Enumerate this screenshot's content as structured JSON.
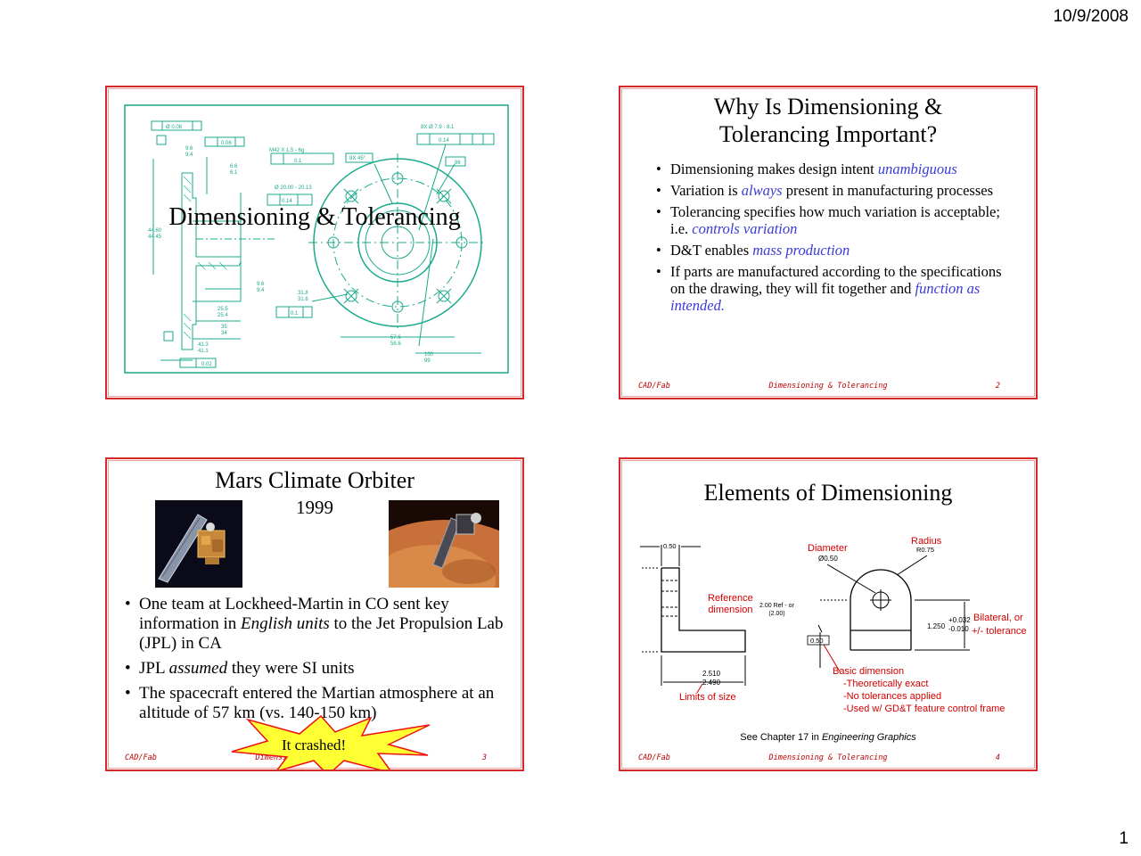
{
  "page": {
    "date": "10/9/2008",
    "number": "1"
  },
  "footer": {
    "left": "CAD/Fab",
    "center": "Dimensioning & Tolerancing"
  },
  "slide1": {
    "title": "Dimensioning & Tolerancing"
  },
  "slide2": {
    "title_line1": "Why Is Dimensioning &",
    "title_line2": "Tolerancing Important?",
    "b1_text": "Dimensioning makes design intent ",
    "b1_hl": "unambiguous",
    "b2_text1": "Variation is ",
    "b2_hl": "always",
    "b2_text2": " present in manufacturing processes",
    "b3_text": "Tolerancing specifies how much variation is acceptable; i.e. ",
    "b3_hl": "controls variation",
    "b4_text": "D&T enables ",
    "b4_hl": "mass production",
    "b5_text": "If parts are manufactured according to the specifications on the drawing, they will fit together and ",
    "b5_hl": "function as intended.",
    "page": "2"
  },
  "slide3": {
    "title": "Mars Climate Orbiter",
    "year": "1999",
    "b1_text1": "One team at Lockheed-Martin in CO sent key information in ",
    "b1_it": "English units",
    "b1_text2": " to the Jet Propulsion Lab (JPL) in CA",
    "b2_text1": "JPL ",
    "b2_it": "assumed",
    "b2_text2": " they were SI units",
    "b3_text": "The spacecraft entered the Martian atmosphere at an altitude of 57 km (vs. 140-150 km)",
    "burst": "It crashed!",
    "page": "3"
  },
  "slide4": {
    "title": "Elements of Dimensioning",
    "radius_label": "Radius",
    "radius_val": "R0.75",
    "diameter_label": "Diameter",
    "diameter_val": "Ø0.50",
    "dim_050_top": "0.50",
    "dim_050_box": "0.50",
    "ref_label1": "Reference",
    "ref_label2": "dimension",
    "ref_val1": "2.00 Ref - or",
    "ref_val2": "(2.00)",
    "bilat_label1": "Bilateral, or",
    "bilat_label2": "+/- tolerance",
    "bilat_base": "1.250",
    "bilat_plus": "+0.032",
    "bilat_minus": "-0.010",
    "size_val1": "2.510",
    "size_val2": "2.490",
    "size_label": "Limits of size",
    "basic_l1": "Basic dimension",
    "basic_l2": "-Theoretically exact",
    "basic_l3": "-No tolerances applied",
    "basic_l4": "-Used w/ GD&T feature control frame",
    "see_text": "See Chapter 17 in ",
    "see_it": "Engineering Graphics",
    "page": "4"
  },
  "colors": {
    "border": "#d42a2a",
    "drawing": "#1aa98c",
    "highlight": "#3a3ad8",
    "annotation": "#d20000"
  }
}
